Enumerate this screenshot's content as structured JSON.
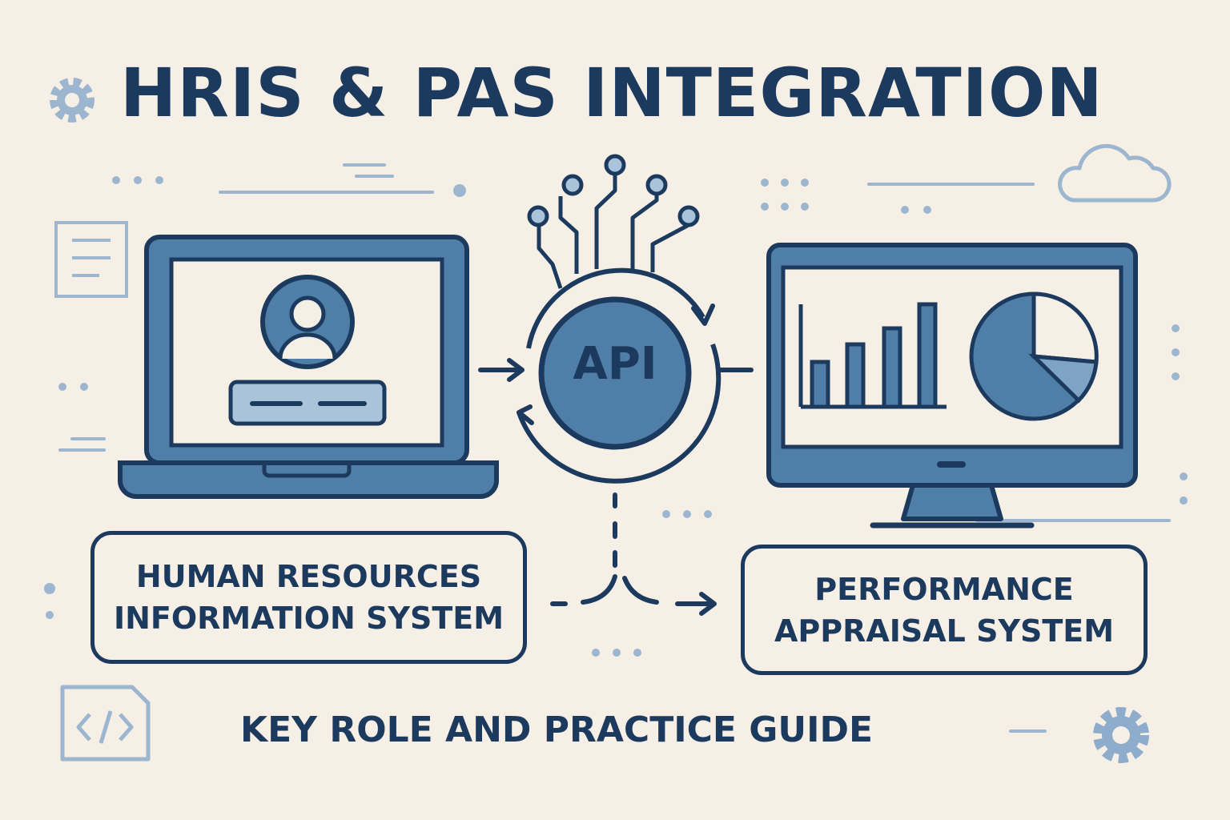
{
  "title": "HRIS & PAS INTEGRATION",
  "subtitle": "KEY ROLE AND PRACTICE GUIDE",
  "hris": {
    "line1": "HUMAN RESOURCES",
    "line2": "INFORMATION SYSTEM"
  },
  "pas": {
    "line1": "PERFORMANCE",
    "line2": "APPRAISAL SYSTEM"
  },
  "api_label": "API",
  "colors": {
    "background": "#f6efe6",
    "navy": "#1c3a5e",
    "blue": "#4f7fa8",
    "light_blue": "#a9c3db"
  },
  "icons": [
    "gear-icon",
    "cloud-icon",
    "document-icon",
    "code-file-icon",
    "user-icon",
    "bar-chart-icon",
    "pie-chart-icon"
  ]
}
